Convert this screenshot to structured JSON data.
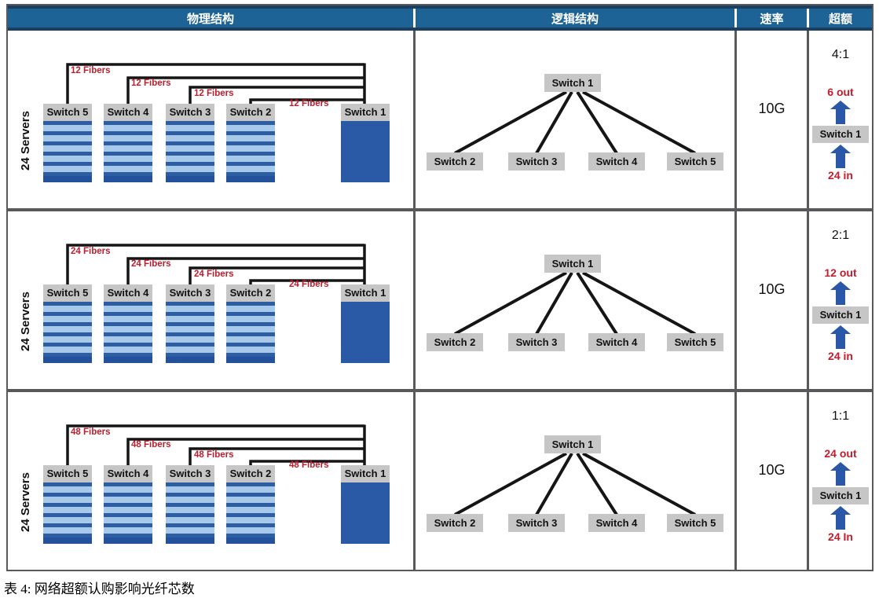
{
  "header": {
    "physical": "物理结构",
    "logical": "逻辑结构",
    "rate": "速率",
    "oversub": "超额"
  },
  "rows": [
    {
      "fiber_label": "12 Fibers",
      "servers_label": "24 Servers",
      "racks": [
        "Switch 5",
        "Switch 4",
        "Switch 3",
        "Switch 2",
        "Switch 1"
      ],
      "logical_root": "Switch 1",
      "logical_leaves": [
        "Switch 2",
        "Switch 3",
        "Switch 4",
        "Switch 5"
      ],
      "rate": "10G",
      "ratio": "4:1",
      "out_label": "6 out",
      "switch_label": "Switch 1",
      "in_label": "24 in"
    },
    {
      "fiber_label": "24 Fibers",
      "servers_label": "24 Servers",
      "racks": [
        "Switch 5",
        "Switch 4",
        "Switch 3",
        "Switch 2",
        "Switch 1"
      ],
      "logical_root": "Switch 1",
      "logical_leaves": [
        "Switch 2",
        "Switch 3",
        "Switch 4",
        "Switch 5"
      ],
      "rate": "10G",
      "ratio": "2:1",
      "out_label": "12 out",
      "switch_label": "Switch 1",
      "in_label": "24 in"
    },
    {
      "fiber_label": "48 Fibers",
      "servers_label": "24 Servers",
      "racks": [
        "Switch 5",
        "Switch 4",
        "Switch 3",
        "Switch 2",
        "Switch 1"
      ],
      "logical_root": "Switch 1",
      "logical_leaves": [
        "Switch 2",
        "Switch 3",
        "Switch 4",
        "Switch 5"
      ],
      "rate": "10G",
      "ratio": "1:1",
      "out_label": "24 out",
      "switch_label": "Switch 1",
      "in_label": "24 In"
    }
  ],
  "caption": "表 4: 网络超额认购影响光纤芯数",
  "colors": {
    "header_bg": "#1D6396",
    "header_accent": "#1C3E61",
    "rack_light": "#A9C9EB",
    "rack_stripe": "#2D5EA4",
    "rack_bottom_band": "#24519B",
    "spine_fill": "#2A5AA5",
    "node_gray": "#C6C6C6",
    "fiber_red": "#BE1E2D",
    "arrow_blue": "#2A57A8",
    "border_gray": "#58595B"
  }
}
